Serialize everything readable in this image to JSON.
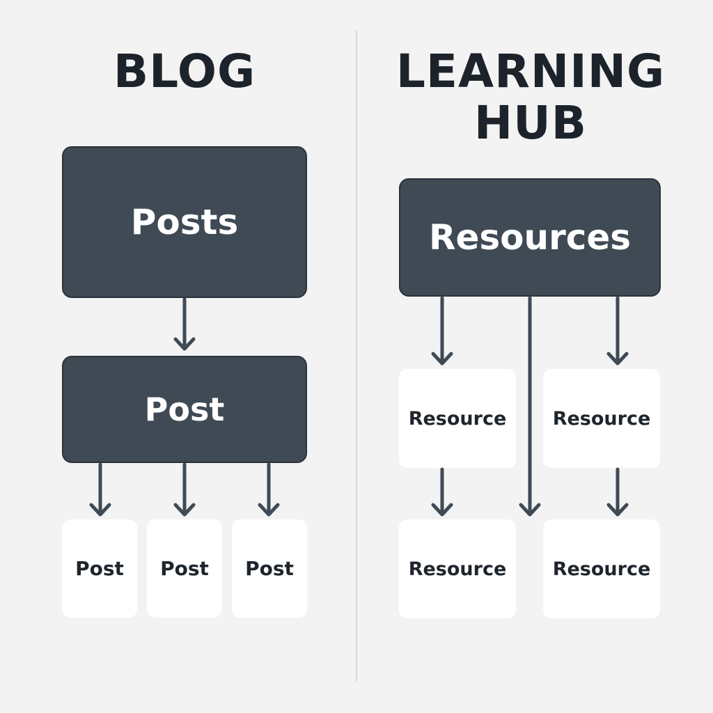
{
  "blog": {
    "title": "BLOG",
    "root_label": "Posts",
    "middle_label": "Post",
    "leaves": [
      "Post",
      "Post",
      "Post"
    ]
  },
  "learning_hub": {
    "title_line1": "LEARNING",
    "title_line2": "HUB",
    "root_label": "Resources",
    "top_left": "Resource",
    "top_right": "Resource",
    "bottom_left": "Resource",
    "bottom_right": "Resource"
  },
  "colors": {
    "background": "#f3f3f3",
    "dark_box": "#3f4a55",
    "light_box": "#ffffff",
    "arrow": "#3f4a55",
    "title": "#1d232b"
  }
}
